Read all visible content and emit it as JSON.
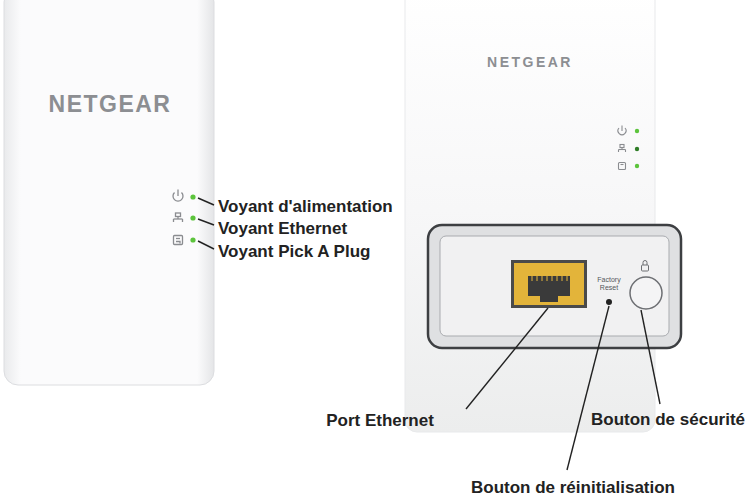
{
  "diagram": {
    "labels": [
      "NETGEAR",
      "Voyant d'alimentation",
      "Voyant Ethernet",
      "Voyant Pick A Plug",
      "NETGEAR",
      "Factory Reset",
      "Port Ethernet",
      "Bouton de sécurité",
      "Bouton de réinitialisation"
    ]
  }
}
